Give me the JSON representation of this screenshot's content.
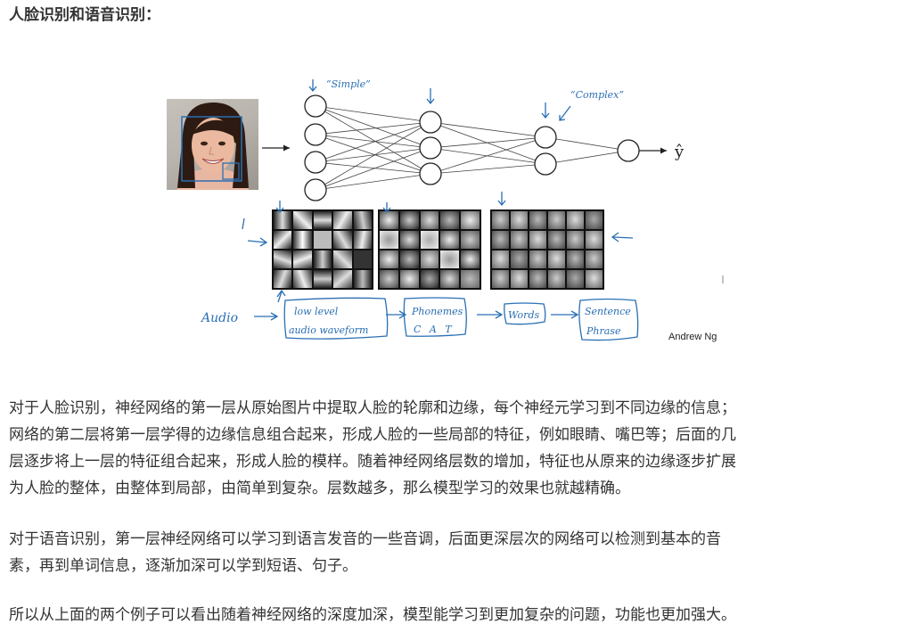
{
  "heading": "人脸识别和语音识别：",
  "figure": {
    "annotations": {
      "simple": "“Simple”",
      "complex": "“Complex”",
      "audio": "Audio",
      "low_level_line1": "low level",
      "low_level_line2": "audio waveform",
      "phonemes_line1": "Phonemes",
      "phonemes_line2": "C A T",
      "words": "Words",
      "sentence_line1": "Sentence",
      "sentence_line2": "Phrase",
      "credit": "Andrew Ng",
      "yhat": "ŷ"
    },
    "colors": {
      "ink_blue": "#2a6fb3",
      "node_stroke": "#222222"
    }
  },
  "paragraphs": [
    [
      "对于人脸识别，神经网络的第一层从原始图片中提取人脸的轮廓和边缘，每个神经元学习到不同边缘的信息；",
      "网络的第二层将第一层学得的边缘信息组合起来，形成人脸的一些局部的特征，例如眼睛、嘴巴等；后面的几",
      "层逐步将上一层的特征组合起来，形成人脸的模样。随着神经网络层数的增加，特征也从原来的边缘逐步扩展",
      "为人脸的整体，由整体到局部，由简单到复杂。层数越多，那么模型学习的效果也就越精确。"
    ],
    [
      "对于语音识别，第一层神经网络可以学习到语言发音的一些音调，后面更深层次的网络可以检测到基本的音",
      "素，再到单词信息，逐渐加深可以学到短语、句子。"
    ],
    [
      "所以从上面的两个例子可以看出随着神经网络的深度加深，模型能学习到更加复杂的问题，功能也更加强大。"
    ]
  ]
}
